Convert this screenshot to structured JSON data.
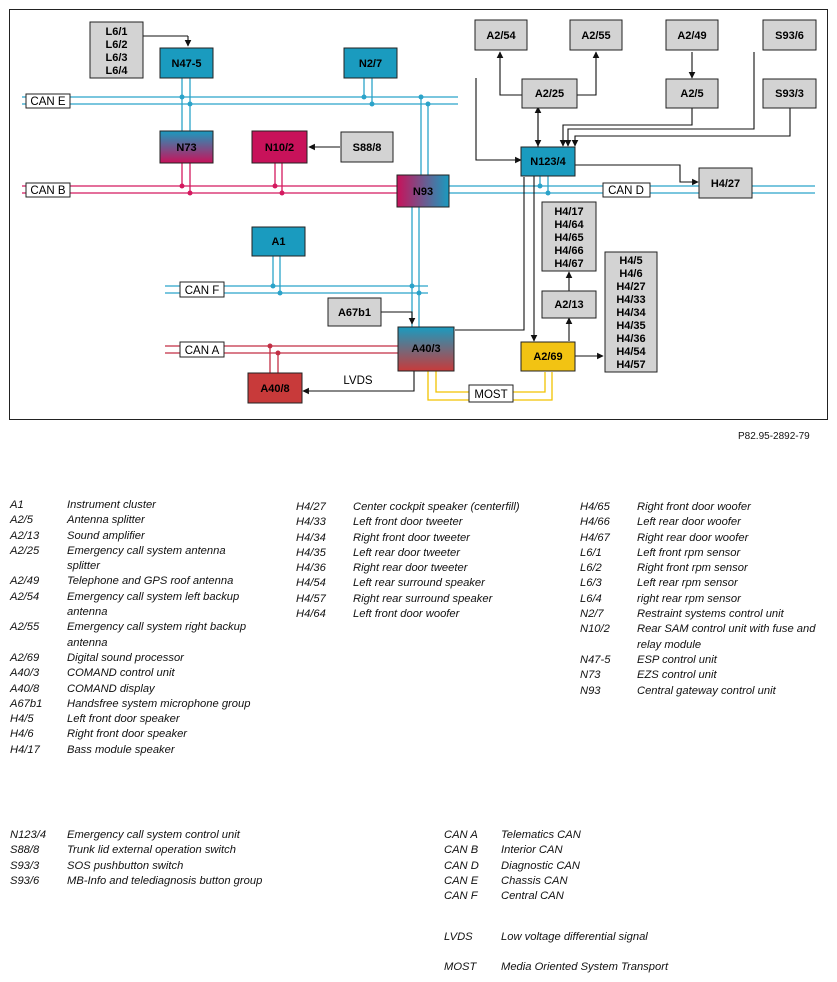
{
  "diagram": {
    "reference": "P82.95-2892-79",
    "can_labels": {
      "can_e": "CAN E",
      "can_b": "CAN B",
      "can_d": "CAN D",
      "can_f": "CAN F",
      "can_a": "CAN A"
    },
    "signal_labels": {
      "lvds": "LVDS",
      "most": "MOST"
    },
    "nodes": {
      "l6": [
        "L6/1",
        "L6/2",
        "L6/3",
        "L6/4"
      ],
      "n47_5": "N47-5",
      "n2_7": "N2/7",
      "a2_54": "A2/54",
      "a2_55": "A2/55",
      "a2_49": "A2/49",
      "s93_6": "S93/6",
      "a2_25": "A2/25",
      "a2_5": "A2/5",
      "s93_3": "S93/3",
      "n73": "N73",
      "n10_2": "N10/2",
      "s88_8": "S88/8",
      "n123_4": "N123/4",
      "h4_27": "H4/27",
      "n93": "N93",
      "h4_group_a": [
        "H4/17",
        "H4/64",
        "H4/65",
        "H4/66",
        "H4/67"
      ],
      "a1": "A1",
      "h4_group_b": [
        "H4/5",
        "H4/6",
        "H4/27",
        "H4/33",
        "H4/34",
        "H4/35",
        "H4/36",
        "H4/54",
        "H4/57"
      ],
      "a2_13": "A2/13",
      "a67b1": "A67b1",
      "a40_3": "A40/3",
      "a2_69": "A2/69",
      "a40_8": "A40/8"
    },
    "colors": {
      "can_e": "#2ba3c9",
      "can_b": "#d4195f",
      "can_d": "#2ba3c9",
      "can_f": "#2ba3c9",
      "can_a": "#c22f45",
      "most": "#f2c200",
      "teal_box": "#1a9bbf",
      "gray_box": "#d3d3d3",
      "yellow_box": "#f2c313",
      "red_box": "#c83a3a",
      "magenta_box": "#c8125a"
    }
  },
  "legend": {
    "col1": [
      {
        "code": "A1",
        "desc": "Instrument cluster"
      },
      {
        "code": "A2/5",
        "desc": "Antenna splitter"
      },
      {
        "code": "A2/13",
        "desc": "Sound amplifier"
      },
      {
        "code": "A2/25",
        "desc": "Emergency call system antenna splitter"
      },
      {
        "code": "A2/49",
        "desc": "Telephone and GPS roof antenna"
      },
      {
        "code": "A2/54",
        "desc": "Emergency call system left backup antenna"
      },
      {
        "code": "A2/55",
        "desc": "Emergency call system right backup antenna"
      },
      {
        "code": "A2/69",
        "desc": "Digital sound processor"
      },
      {
        "code": "A40/3",
        "desc": "COMAND control unit"
      },
      {
        "code": "A40/8",
        "desc": "COMAND display"
      },
      {
        "code": "A67b1",
        "desc": "Handsfree system microphone group"
      },
      {
        "code": "H4/5",
        "desc": "Left front door speaker"
      },
      {
        "code": "H4/6",
        "desc": "Right front door speaker"
      },
      {
        "code": "H4/17",
        "desc": "Bass module speaker"
      }
    ],
    "col2": [
      {
        "code": "H4/27",
        "desc": "Center cockpit speaker (centerfill)"
      },
      {
        "code": "H4/33",
        "desc": "Left front door tweeter"
      },
      {
        "code": "H4/34",
        "desc": "Right front door tweeter"
      },
      {
        "code": "H4/35",
        "desc": "Left rear door tweeter"
      },
      {
        "code": "H4/36",
        "desc": "Right rear door tweeter"
      },
      {
        "code": "H4/54",
        "desc": "Left rear surround speaker"
      },
      {
        "code": "H4/57",
        "desc": "Right rear surround speaker"
      },
      {
        "code": "H4/64",
        "desc": "Left front door woofer"
      }
    ],
    "col3": [
      {
        "code": "H4/65",
        "desc": "Right front door woofer"
      },
      {
        "code": "H4/66",
        "desc": "Left rear door woofer"
      },
      {
        "code": "H4/67",
        "desc": "Right rear door woofer"
      },
      {
        "code": "L6/1",
        "desc": "Left front rpm sensor"
      },
      {
        "code": "L6/2",
        "desc": "Right front rpm sensor"
      },
      {
        "code": "L6/3",
        "desc": "Left rear rpm sensor"
      },
      {
        "code": "L6/4",
        "desc": "right rear rpm sensor"
      },
      {
        "code": "N2/7",
        "desc": "Restraint systems control unit"
      },
      {
        "code": "N10/2",
        "desc": "Rear SAM control unit with fuse and relay module"
      },
      {
        "code": "N47-5",
        "desc": "ESP control unit"
      },
      {
        "code": "N73",
        "desc": "EZS control unit"
      },
      {
        "code": "N93",
        "desc": "Central gateway control unit"
      }
    ],
    "col4": [
      {
        "code": "N123/4",
        "desc": "Emergency call system control unit"
      },
      {
        "code": "S88/8",
        "desc": "Trunk lid external operation switch"
      },
      {
        "code": "S93/3",
        "desc": "SOS pushbutton switch"
      },
      {
        "code": "S93/6",
        "desc": "MB-Info and telediagnosis button group"
      }
    ],
    "col5": [
      {
        "code": "CAN A",
        "desc": "Telematics CAN"
      },
      {
        "code": "CAN B",
        "desc": "Interior CAN"
      },
      {
        "code": "CAN D",
        "desc": "Diagnostic CAN"
      },
      {
        "code": "CAN E",
        "desc": "Chassis CAN"
      },
      {
        "code": "CAN F",
        "desc": "Central CAN"
      }
    ],
    "col6": [
      {
        "code": "LVDS",
        "desc": "Low voltage differential signal"
      },
      {
        "code": "MOST",
        "desc": "Media Oriented System Transport"
      }
    ]
  }
}
